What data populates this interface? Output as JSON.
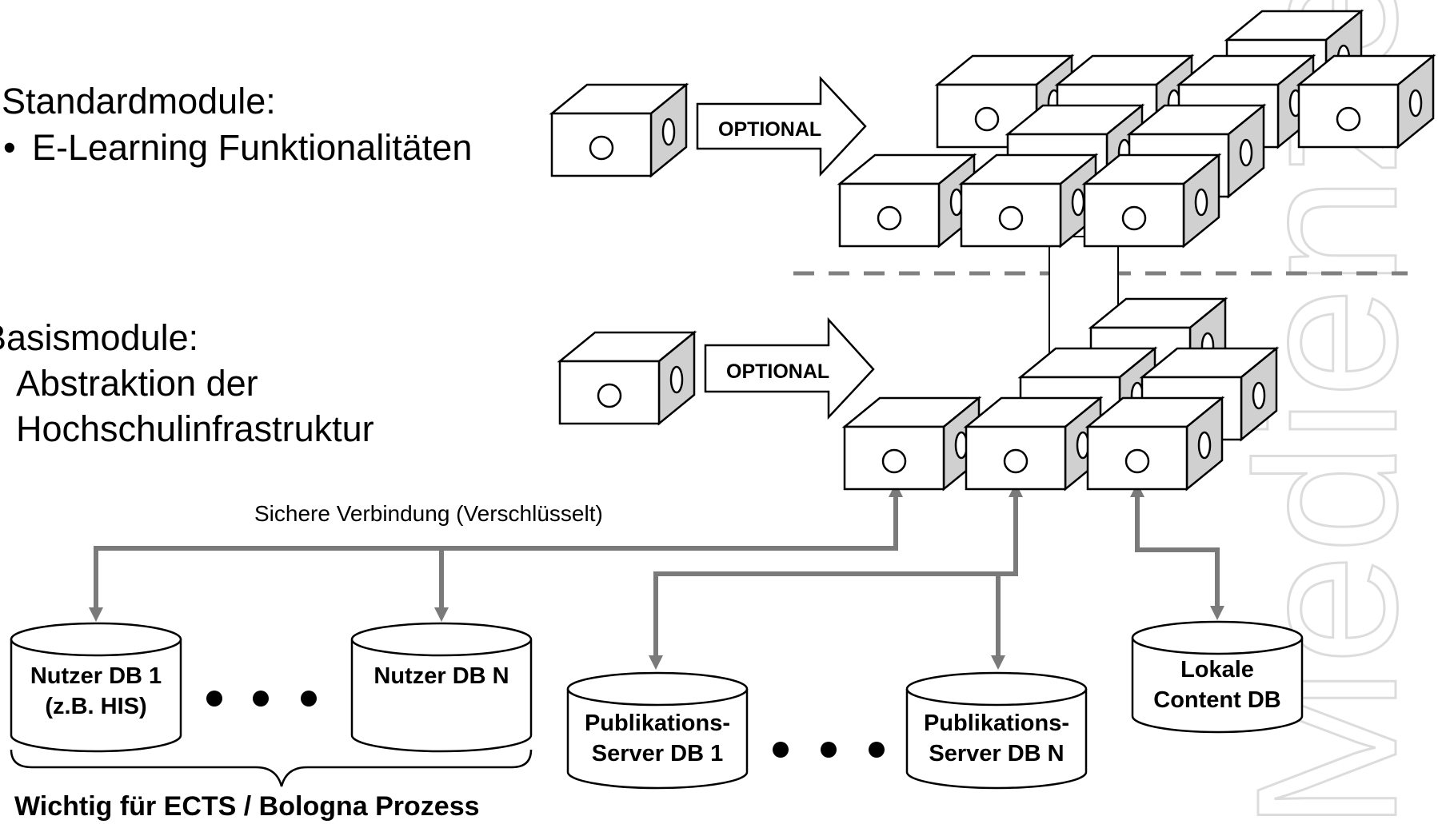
{
  "left_text": {
    "standard_heading": "Standardmodule:",
    "standard_item": "E-Learning Funktionalitäten",
    "basis_heading": "Basismodule:",
    "basis_item_line1": "Abstraktion der",
    "basis_item_line2": "Hochschulinfrastruktur",
    "bullet": "•"
  },
  "arrows": {
    "optional_upper": "OPTIONAL",
    "optional_lower": "OPTIONAL"
  },
  "connection_label": "Sichere Verbindung (Verschlüsselt)",
  "databases": {
    "user_db_1_line1": "Nutzer DB 1",
    "user_db_1_line2": "(z.B. HIS)",
    "user_db_n": "Nutzer DB N",
    "pub_db_1_line1": "Publikations-",
    "pub_db_1_line2": "Server DB 1",
    "pub_db_n_line1": "Publikations-",
    "pub_db_n_line2": "Server DB N",
    "local_line1": "Lokale",
    "local_line2": "Content DB"
  },
  "brace_caption": "Wichtig für ECTS / Bologna Prozess",
  "watermark": "Medienzentrum",
  "colors": {
    "line": "#000000",
    "connector": "#7a7a7a",
    "dashed": "#808080",
    "side_face": "#d0d0d0",
    "watermark": "#d9d9d9"
  }
}
